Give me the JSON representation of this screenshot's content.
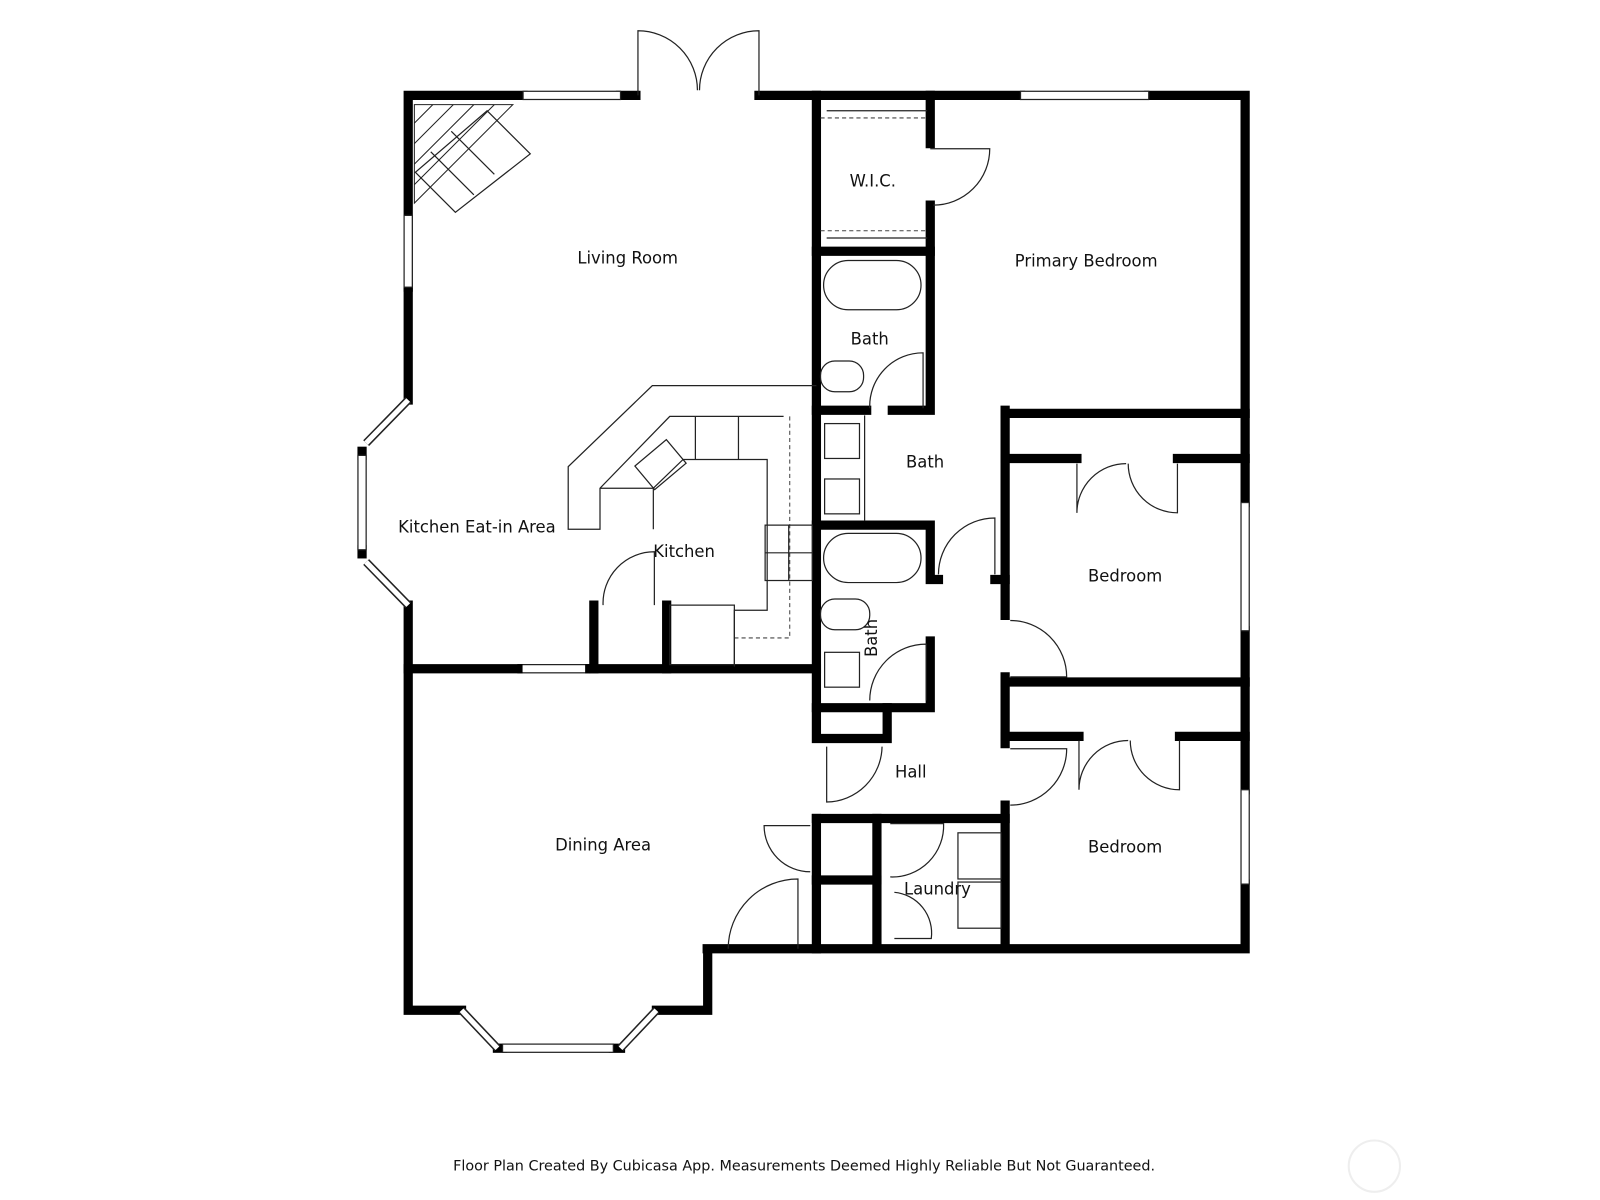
{
  "rooms": {
    "living_room": "Living Room",
    "wic": "W.I.C.",
    "primary_bedroom": "Primary Bedroom",
    "bath_1": "Bath",
    "bath_2": "Bath",
    "bath_3": "Bath",
    "kitchen_eat_in": "Kitchen Eat-in Area",
    "kitchen": "Kitchen",
    "bedroom_1": "Bedroom",
    "bedroom_2": "Bedroom",
    "hall": "Hall",
    "dining_area": "Dining Area",
    "laundry": "Laundry"
  },
  "footer": {
    "disclaimer": "Floor Plan Created By Cubicasa App. Measurements Deemed Highly Reliable But Not Guaranteed."
  },
  "colors": {
    "wall": "#000000",
    "background": "#ffffff"
  }
}
